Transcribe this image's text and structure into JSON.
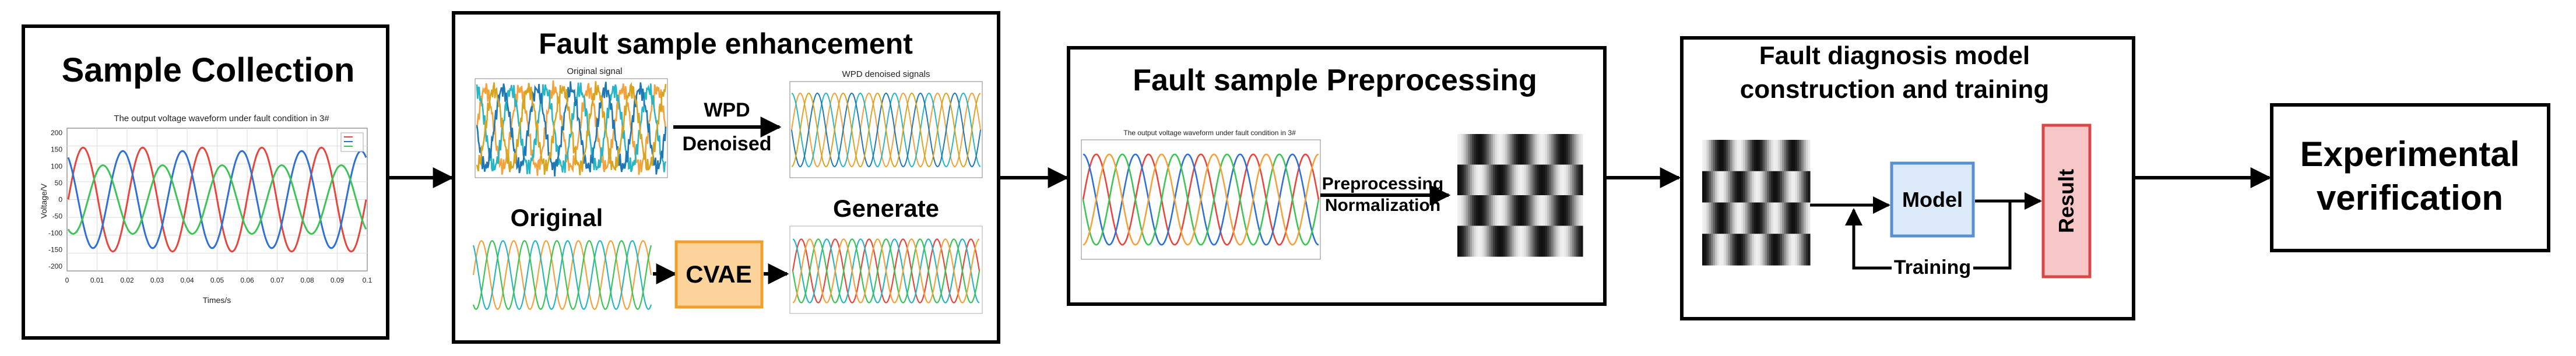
{
  "stage1": {
    "title": "Sample Collection",
    "plot_title": "The output voltage waveform under fault condition in  3#",
    "ylabel": "Voltage/V",
    "xlabel": "Times/s",
    "yticks": [
      "200",
      "150",
      "100",
      "50",
      "0",
      "-50",
      "-100",
      "-150",
      "-200"
    ],
    "xticks": [
      "0",
      "0.01",
      "0.02",
      "0.03",
      "0.04",
      "0.05",
      "0.06",
      "0.07",
      "0.08",
      "0.09",
      "0.1"
    ]
  },
  "stage2": {
    "title": "Fault sample enhancement",
    "original_signal_title": "Original signal",
    "wpd_label_1": "WPD",
    "wpd_label_2": "Denoised",
    "wpd_denoised_title": "WPD denoised signals",
    "original_label": "Original",
    "generate_label": "Generate",
    "cvae_label": "CVAE"
  },
  "stage3": {
    "title": "Fault sample Preprocessing",
    "plot_title": "The output voltage waveform under fault condition in  3#",
    "arrow_label_1": "Preprocessing",
    "arrow_label_2": "Normalization"
  },
  "stage4": {
    "title_line1": "Fault diagnosis model",
    "title_line2": "construction and training",
    "model_label": "Model",
    "result_label": "Result",
    "training_label": "Training"
  },
  "stage5": {
    "title_line1": "Experimental",
    "title_line2": "verification"
  },
  "colors": {
    "phase_a": "#e8453c",
    "phase_b": "#2e6fd8",
    "phase_c": "#3cc455",
    "orange": "#f3a23c",
    "teal": "#28b5c4",
    "cvae_fill": "#fbd39b",
    "cvae_stroke": "#f0a030",
    "model_fill": "#dce9f8",
    "model_stroke": "#5a8fd0",
    "result_fill": "#f7c6c6",
    "result_stroke": "#d94848"
  }
}
